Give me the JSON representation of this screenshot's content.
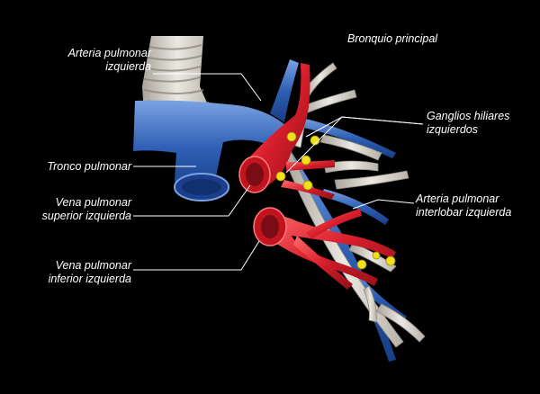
{
  "labels": {
    "arteria_pulmonar_izquierda": [
      "Arteria pulmonar",
      "izquierda"
    ],
    "tronco_pulmonar": [
      "Tronco pulmonar"
    ],
    "vena_superior": [
      "Vena pulmonar",
      "superior izquierda"
    ],
    "vena_inferior": [
      "Vena pulmonar",
      "inferior izquierda"
    ],
    "bronquio_principal": [
      "Bronquio principal"
    ],
    "ganglios": [
      "Ganglios hiliares",
      "izquierdos"
    ],
    "arteria_interlobar": [
      "Arteria pulmonar",
      "interlobar izquierda"
    ]
  },
  "colors": {
    "background": "#000000",
    "artery": "#2f5fb4",
    "artery_light": "#7aa3e2",
    "vein": "#d81e2c",
    "vein_light": "#ff6a6a",
    "bronchus": "#d9d6cf",
    "node": "#f2e01b",
    "leader": "#ffffff"
  }
}
